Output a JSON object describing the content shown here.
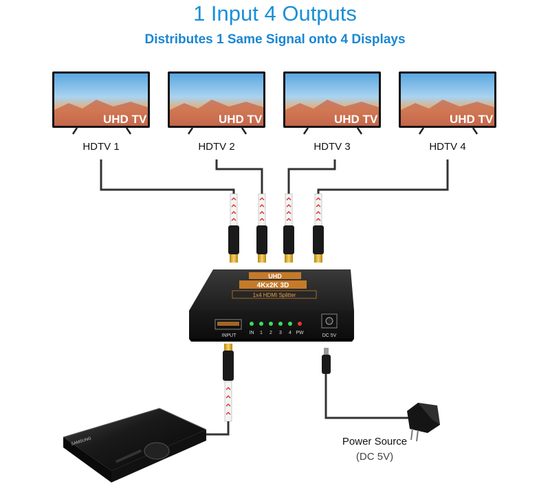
{
  "header": {
    "title": "1 Input 4 Outputs",
    "subtitle": "Distributes 1 Same Signal onto 4 Displays"
  },
  "tvs": [
    {
      "label": "HDTV 1",
      "screen_text": "UHD TV"
    },
    {
      "label": "HDTV 2",
      "screen_text": "UHD TV"
    },
    {
      "label": "HDTV 3",
      "screen_text": "UHD TV"
    },
    {
      "label": "HDTV 4",
      "screen_text": "UHD TV"
    }
  ],
  "splitter": {
    "badge_top": "UHD",
    "badge_res": "4Kx2K 3D",
    "model": "1x4 HDMI Splitter",
    "input_label": "INPUT",
    "leds": [
      "IN",
      "1",
      "2",
      "3",
      "4",
      "PW"
    ],
    "power_label": "DC 5V"
  },
  "source_device": {
    "brand": "SAMSUNG"
  },
  "power": {
    "label": "Power Source",
    "sublabel": "(DC 5V)"
  }
}
